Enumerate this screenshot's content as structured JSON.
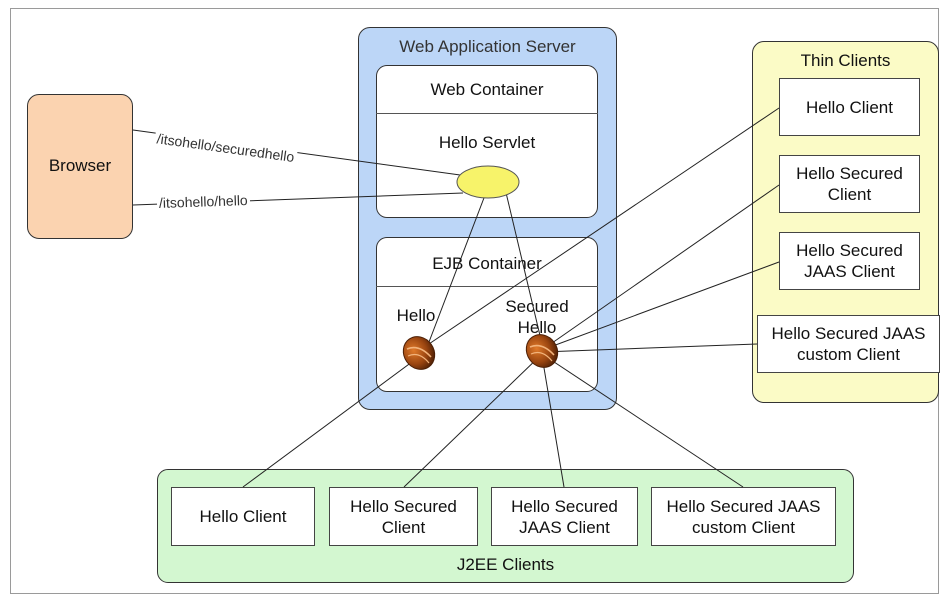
{
  "browser": {
    "label": "Browser"
  },
  "web_app_server": {
    "title": "Web Application Server",
    "web_container": {
      "title": "Web Container",
      "servlet": "Hello Servlet"
    },
    "ejb_container": {
      "title": "EJB Container",
      "beans": [
        "Hello",
        "Secured Hello"
      ]
    }
  },
  "links": {
    "secured": "/itsohello/securedhello",
    "plain": "/itsohello/hello"
  },
  "thin_clients": {
    "title": "Thin Clients",
    "items": [
      "Hello Client",
      "Hello Secured Client",
      "Hello Secured JAAS Client",
      "Hello Secured JAAS custom Client"
    ]
  },
  "j2ee_clients": {
    "title": "J2EE Clients",
    "items": [
      "Hello Client",
      "Hello Secured Client",
      "Hello Secured JAAS Client",
      "Hello Secured JAAS custom Client"
    ]
  }
}
